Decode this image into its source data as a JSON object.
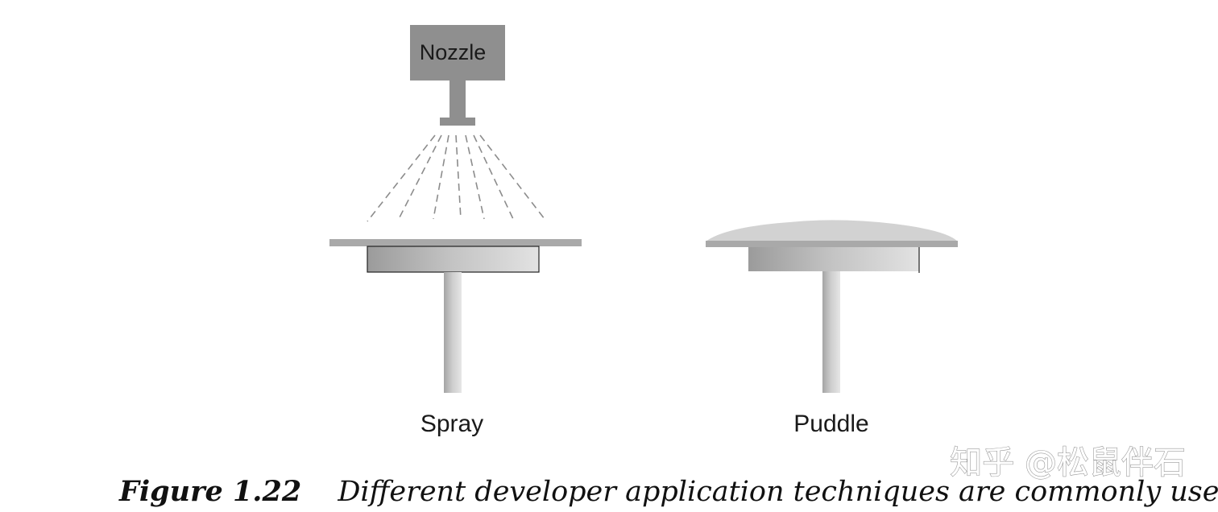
{
  "spray_diagram": {
    "nozzle_label": "Nozzle",
    "label": "Spray"
  },
  "puddle_diagram": {
    "label": "Puddle"
  },
  "watermark": {
    "text": "知乎 @松鼠伴石"
  },
  "caption": {
    "figure_number": "Figure 1.22",
    "text": "Different developer application techniques are commonly used"
  },
  "colors": {
    "nozzle_gray": "#8f8f8f",
    "plate_gray": "#a9a9a9",
    "puddle_fill": "#d2d2d2",
    "chuck_dark": "#9b9b9b",
    "chuck_light": "#e2e2e2"
  }
}
